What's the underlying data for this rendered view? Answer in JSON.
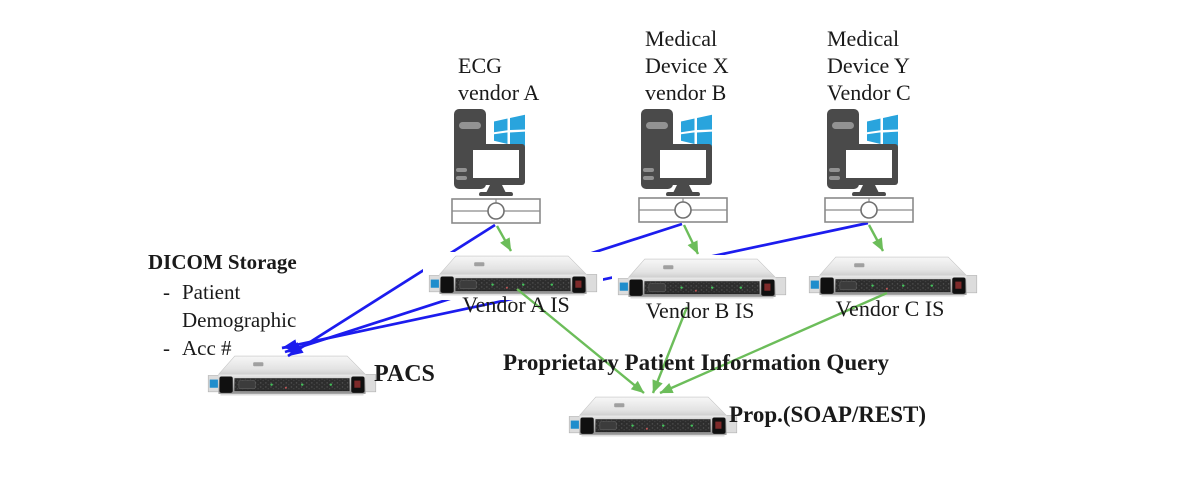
{
  "colors": {
    "arrow_blue": "#1c1cee",
    "arrow_green": "#6cbd5a",
    "windows_blue": "#29a4dd",
    "icon_gray": "#4a4a4a"
  },
  "workstations": [
    {
      "lines": [
        "ECG",
        "vendor A"
      ]
    },
    {
      "lines": [
        "Medical",
        "Device X",
        "vendor B"
      ]
    },
    {
      "lines": [
        "Medical",
        "Device Y",
        "Vendor C"
      ]
    }
  ],
  "servers": {
    "vendor_a": {
      "label": "Vendor A IS"
    },
    "vendor_b": {
      "label": "Vendor B IS"
    },
    "vendor_c": {
      "label": "Vendor C IS"
    },
    "pacs": {
      "label": "PACS"
    },
    "prop": {
      "label": "Prop.(SOAP/REST)"
    }
  },
  "annotations": {
    "dicom_title": "DICOM Storage",
    "dicom_bullet": "-",
    "dicom_items": [
      "Patient Demographic",
      "Acc #"
    ],
    "query_label": "Proprietary Patient Information Query"
  }
}
